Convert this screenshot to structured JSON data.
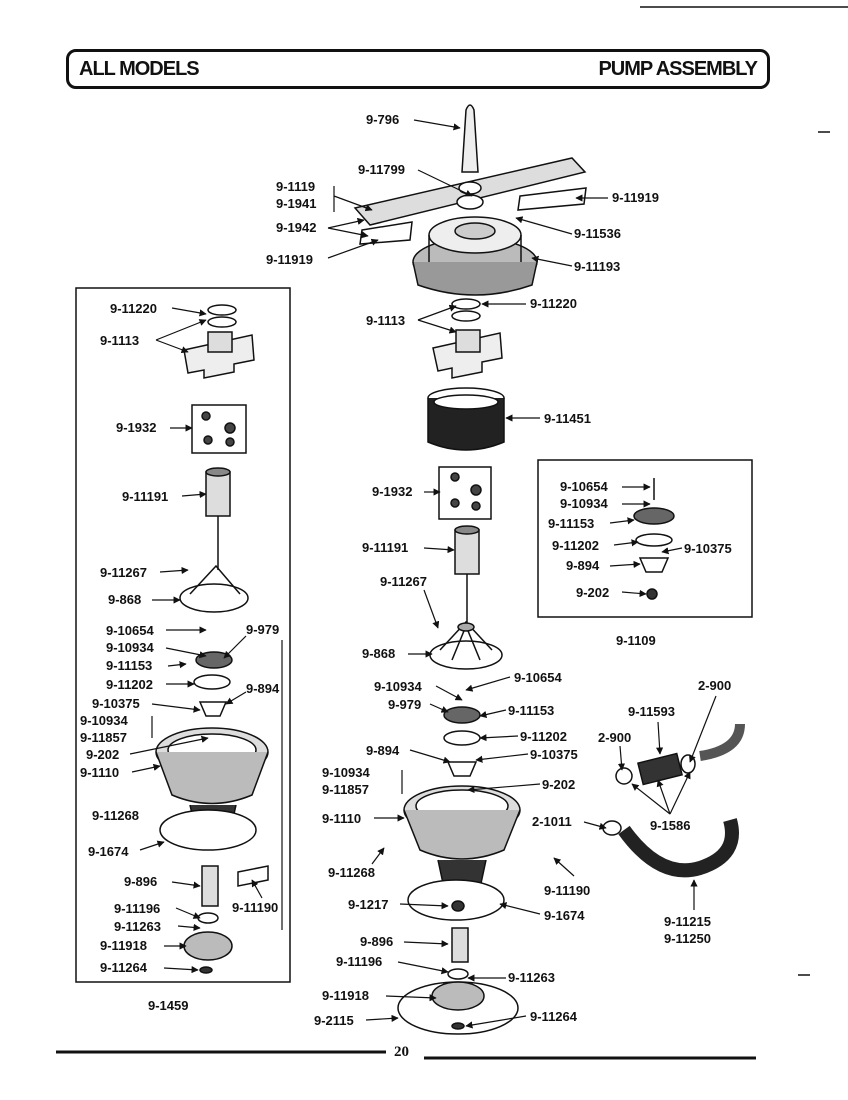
{
  "header": {
    "left_title": "ALL MODELS",
    "right_title": "PUMP ASSEMBLY"
  },
  "page_number": "20",
  "boxes": {
    "left_caption": "9-1459",
    "right_caption": "9-1109"
  },
  "callouts": [
    {
      "id": "c01",
      "text": "9-796"
    },
    {
      "id": "c02",
      "text": "9-11799"
    },
    {
      "id": "c03",
      "text": "9-1119"
    },
    {
      "id": "c04",
      "text": "9-1941"
    },
    {
      "id": "c05",
      "text": "9-1942"
    },
    {
      "id": "c06",
      "text": "9-11919"
    },
    {
      "id": "c07",
      "text": "9-11919"
    },
    {
      "id": "c08",
      "text": "9-11536"
    },
    {
      "id": "c09",
      "text": "9-11193"
    },
    {
      "id": "c10",
      "text": "9-11220"
    },
    {
      "id": "c11",
      "text": "9-1113"
    },
    {
      "id": "c12",
      "text": "9-11451"
    },
    {
      "id": "c13",
      "text": "9-1932"
    },
    {
      "id": "c14",
      "text": "9-11191"
    },
    {
      "id": "c15",
      "text": "9-11267"
    },
    {
      "id": "c16",
      "text": "9-868"
    },
    {
      "id": "c17",
      "text": "9-10934"
    },
    {
      "id": "c18",
      "text": "9-10654"
    },
    {
      "id": "c19",
      "text": "9-979"
    },
    {
      "id": "c20",
      "text": "9-11153"
    },
    {
      "id": "c21",
      "text": "9-11202"
    },
    {
      "id": "c22",
      "text": "9-894"
    },
    {
      "id": "c23",
      "text": "9-10375"
    },
    {
      "id": "c24",
      "text": "9-10934"
    },
    {
      "id": "c25",
      "text": "9-11857"
    },
    {
      "id": "c26",
      "text": "9-202"
    },
    {
      "id": "c27",
      "text": "9-1110"
    },
    {
      "id": "c28",
      "text": "9-11268"
    },
    {
      "id": "c29",
      "text": "9-1217"
    },
    {
      "id": "c30",
      "text": "9-1674"
    },
    {
      "id": "c31",
      "text": "9-896"
    },
    {
      "id": "c32",
      "text": "9-11196"
    },
    {
      "id": "c33",
      "text": "9-11263"
    },
    {
      "id": "c34",
      "text": "9-11918"
    },
    {
      "id": "c35",
      "text": "9-2115"
    },
    {
      "id": "c36",
      "text": "9-11264"
    },
    {
      "id": "c37",
      "text": "9-11190"
    },
    {
      "id": "c38",
      "text": "9-11220"
    },
    {
      "id": "c39",
      "text": "9-1113"
    },
    {
      "id": "c40",
      "text": "9-1932"
    },
    {
      "id": "c41",
      "text": "9-11191"
    },
    {
      "id": "c42",
      "text": "9-11267"
    },
    {
      "id": "c43",
      "text": "9-868"
    },
    {
      "id": "c44",
      "text": "9-10654"
    },
    {
      "id": "c45",
      "text": "9-10934"
    },
    {
      "id": "c46",
      "text": "9-979"
    },
    {
      "id": "c47",
      "text": "9-11153"
    },
    {
      "id": "c48",
      "text": "9-11202"
    },
    {
      "id": "c49",
      "text": "9-894"
    },
    {
      "id": "c50",
      "text": "9-10375"
    },
    {
      "id": "c51",
      "text": "9-10934"
    },
    {
      "id": "c52",
      "text": "9-11857"
    },
    {
      "id": "c53",
      "text": "9-202"
    },
    {
      "id": "c54",
      "text": "9-1110"
    },
    {
      "id": "c55",
      "text": "9-11268"
    },
    {
      "id": "c56",
      "text": "9-1674"
    },
    {
      "id": "c57",
      "text": "9-896"
    },
    {
      "id": "c58",
      "text": "9-11196"
    },
    {
      "id": "c59",
      "text": "9-11263"
    },
    {
      "id": "c60",
      "text": "9-11918"
    },
    {
      "id": "c61",
      "text": "9-11264"
    },
    {
      "id": "c62",
      "text": "9-11190"
    },
    {
      "id": "c63",
      "text": "9-10654"
    },
    {
      "id": "c64",
      "text": "9-10934"
    },
    {
      "id": "c65",
      "text": "9-11153"
    },
    {
      "id": "c66",
      "text": "9-11202"
    },
    {
      "id": "c67",
      "text": "9-10375"
    },
    {
      "id": "c68",
      "text": "9-894"
    },
    {
      "id": "c69",
      "text": "9-202"
    },
    {
      "id": "c70",
      "text": "2-900"
    },
    {
      "id": "c71",
      "text": "9-11593"
    },
    {
      "id": "c72",
      "text": "2-900"
    },
    {
      "id": "c73",
      "text": "2-1011"
    },
    {
      "id": "c74",
      "text": "9-1586"
    },
    {
      "id": "c75",
      "text": "9-11215"
    },
    {
      "id": "c76",
      "text": "9-11250"
    }
  ]
}
